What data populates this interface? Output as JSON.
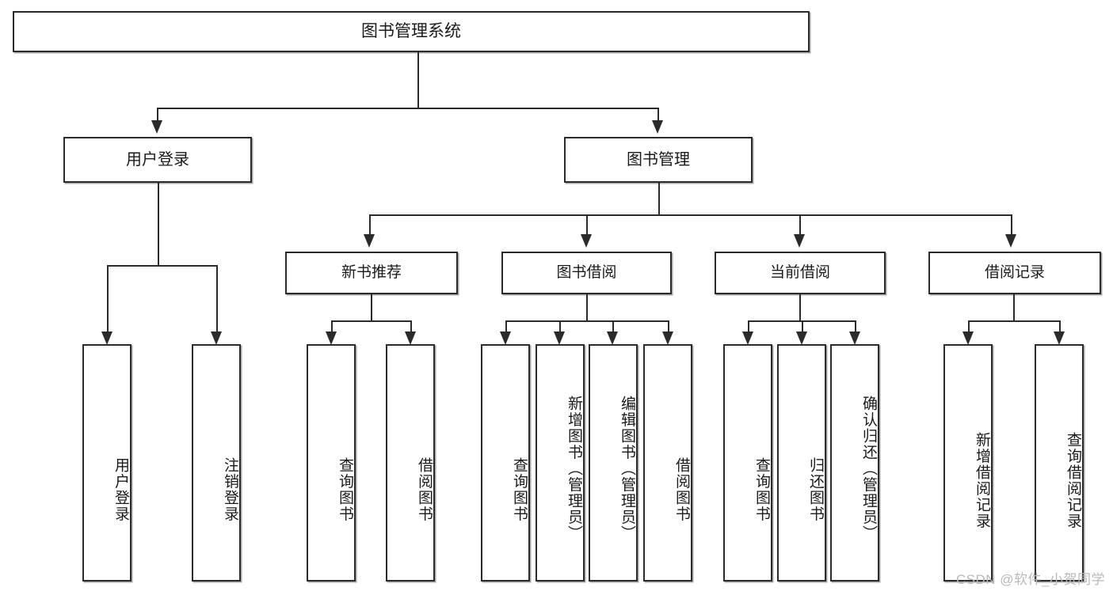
{
  "diagram": {
    "type": "tree-hierarchy",
    "title": "图书管理系统",
    "watermark": "CSDN @软件_小贺同学",
    "colors": {
      "stroke": "#2b2b2b",
      "fill": "#ffffff",
      "text": "#1a1a1a",
      "watermark": "#b9b9b9"
    },
    "nodes": {
      "root": {
        "label": "图书管理系统"
      },
      "level1": [
        {
          "id": "user-login",
          "label": "用户登录"
        },
        {
          "id": "book-manage",
          "label": "图书管理"
        }
      ],
      "level2": [
        {
          "id": "new-book-rec",
          "label": "新书推荐"
        },
        {
          "id": "book-borrow",
          "label": "图书借阅"
        },
        {
          "id": "current-borrow",
          "label": "当前借阅"
        },
        {
          "id": "borrow-record",
          "label": "借阅记录"
        }
      ],
      "leaves": {
        "user-login": [
          {
            "id": "leaf-user-login",
            "label": "用户登录"
          },
          {
            "id": "leaf-user-logout",
            "label": "注销登录"
          }
        ],
        "new-book-rec": [
          {
            "id": "leaf-query-book-1",
            "label": "查询图书"
          },
          {
            "id": "leaf-borrow-book-1",
            "label": "借阅图书"
          }
        ],
        "book-borrow": [
          {
            "id": "leaf-query-book-2",
            "label": "查询图书"
          },
          {
            "id": "leaf-add-book",
            "label": "新增图书（管理员）"
          },
          {
            "id": "leaf-edit-book",
            "label": "编辑图书（管理员）"
          },
          {
            "id": "leaf-borrow-book-2",
            "label": "借阅图书"
          }
        ],
        "current-borrow": [
          {
            "id": "leaf-query-book-3",
            "label": "查询图书"
          },
          {
            "id": "leaf-return-book",
            "label": "归还图书"
          },
          {
            "id": "leaf-confirm-return",
            "label": "确认归还（管理员）"
          }
        ],
        "borrow-record": [
          {
            "id": "leaf-add-record",
            "label": "新增借阅记录"
          },
          {
            "id": "leaf-query-record",
            "label": "查询借阅记录"
          }
        ]
      }
    }
  }
}
